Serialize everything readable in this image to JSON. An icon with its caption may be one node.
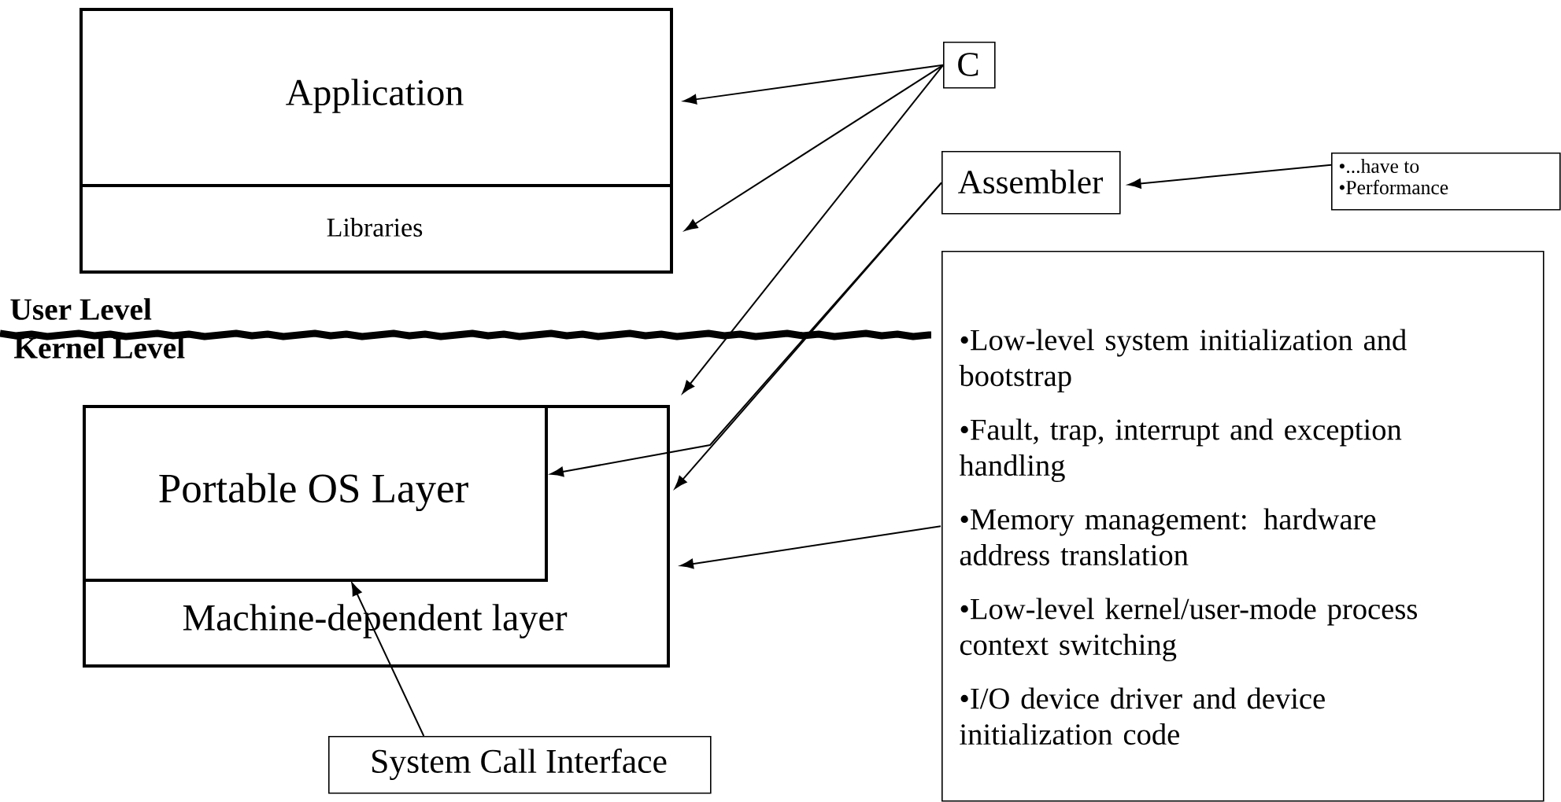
{
  "diagram": {
    "nodes": [
      {
        "text": [
          "Application"
        ]
      },
      {
        "text": [
          "Libraries"
        ]
      },
      {
        "text": [
          "Machine-dependent layer"
        ]
      },
      {
        "text": [
          "Portable OS Layer"
        ],
        "in": 2
      },
      {
        "text": [
          "C"
        ]
      },
      {
        "text": [
          "Assembler"
        ]
      },
      {
        "text": [
          "•...have to",
          "•Performance"
        ]
      },
      {
        "text": [
          "•Low-level system initialization and bootstrap",
          "•Fault, trap, interrupt and exception handling",
          "•Memory management: hardware address translation",
          "•Low-level kernel/user-mode process context switching",
          "•I/O device driver and device initialization code"
        ]
      },
      {
        "text": [
          "System Call Interface"
        ]
      }
    ],
    "edges": [
      {
        "from": 4,
        "to": 0,
        "arrow": "to"
      },
      {
        "from": 4,
        "to": 1,
        "arrow": "to"
      },
      {
        "from": 4,
        "to": 2,
        "arrow": "to"
      },
      {
        "from": 5,
        "to": 2,
        "arrow": "to"
      },
      {
        "from": 5,
        "to": 3,
        "arrow": "to"
      },
      {
        "from": 7,
        "to": 2,
        "arrow": "to"
      },
      {
        "from": 6,
        "to": 5,
        "arrow": "to"
      },
      {
        "from": 8,
        "to": 3,
        "arrow": "to"
      }
    ],
    "labels": [
      "User Level",
      "Kernel Level"
    ]
  }
}
